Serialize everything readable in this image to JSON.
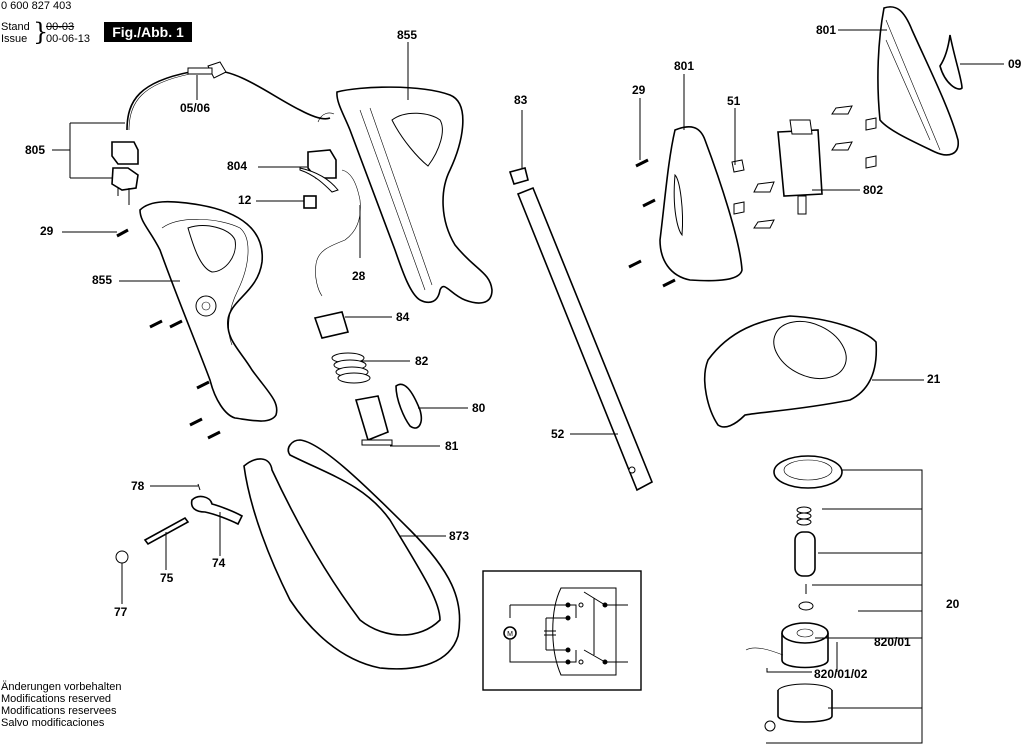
{
  "header": {
    "document_number": "0 600 827 403",
    "stand_label": "Stand",
    "issue_label": "Issue",
    "stand_date_struck": "00-03",
    "issue_date": "00-06-13",
    "figure_badge": "Fig./Abb. 1"
  },
  "footer": {
    "lines": [
      "Änderungen vorbehalten",
      "Modifications reserved",
      "Modifications reservees",
      "Salvo modificaciones"
    ]
  },
  "parts": {
    "p805": "805",
    "p05_06": "05/06",
    "p804": "804",
    "p12": "12",
    "p29_left": "29",
    "p855_left": "855",
    "p855_top": "855",
    "p28": "28",
    "p84": "84",
    "p82": "82",
    "p80": "80",
    "p81": "81",
    "p83": "83",
    "p52": "52",
    "p29_right": "29",
    "p801_mid": "801",
    "p51": "51",
    "p801_top": "801",
    "p09": "09",
    "p802": "802",
    "p21": "21",
    "p78": "78",
    "p74": "74",
    "p75": "75",
    "p77": "77",
    "p873": "873",
    "p20": "20",
    "p820_01": "820/01",
    "p820_01_02": "820/01/02"
  },
  "wiring_diagram": {
    "motor_symbol": "M"
  }
}
